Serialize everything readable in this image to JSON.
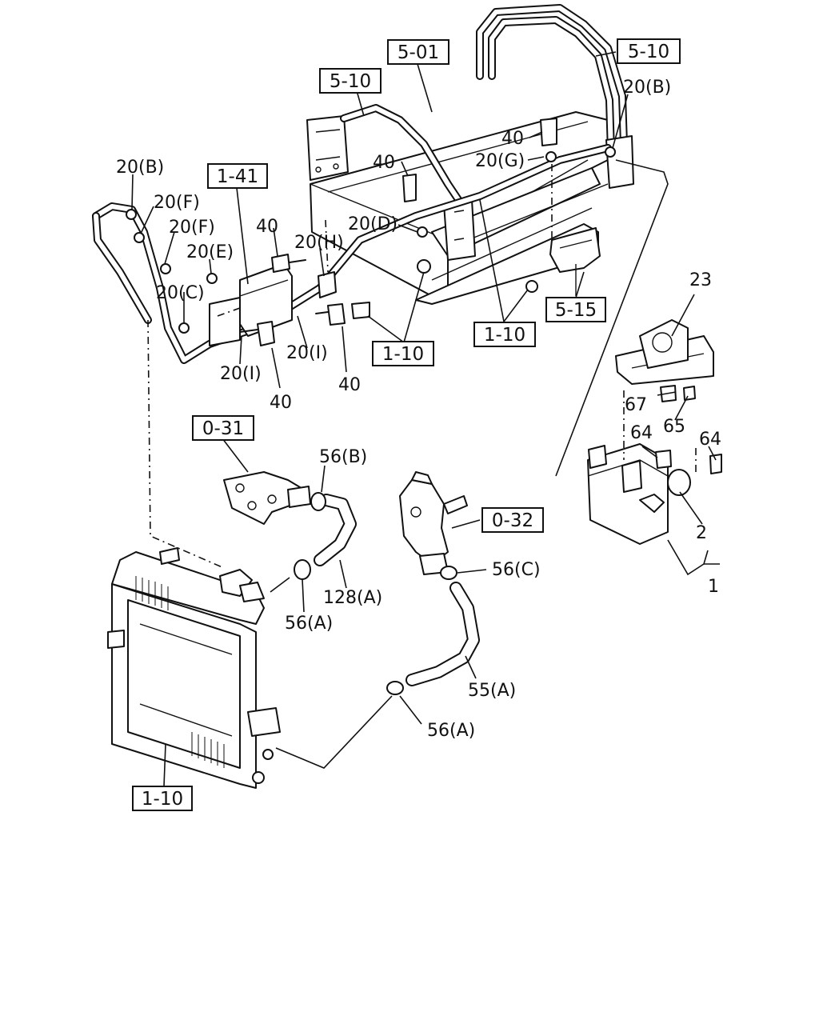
{
  "diagram": {
    "ref_boxes": [
      {
        "text": "5-01"
      },
      {
        "text": "5-10"
      },
      {
        "text": "5-10"
      },
      {
        "text": "1-41"
      },
      {
        "text": "1-10"
      },
      {
        "text": "5-15"
      },
      {
        "text": "1-10"
      },
      {
        "text": "0-31"
      },
      {
        "text": "0-32"
      },
      {
        "text": "1-10"
      }
    ],
    "callouts": [
      {
        "text": "20(B)"
      },
      {
        "text": "40"
      },
      {
        "text": "20(G)"
      },
      {
        "text": "40"
      },
      {
        "text": "20(D)"
      },
      {
        "text": "20(B)"
      },
      {
        "text": "20(F)"
      },
      {
        "text": "20(F)"
      },
      {
        "text": "20(E)"
      },
      {
        "text": "20(C)"
      },
      {
        "text": "40"
      },
      {
        "text": "20(H)"
      },
      {
        "text": "20(I)"
      },
      {
        "text": "20(I)"
      },
      {
        "text": "40"
      },
      {
        "text": "40"
      },
      {
        "text": "23"
      },
      {
        "text": "67"
      },
      {
        "text": "65"
      },
      {
        "text": "64"
      },
      {
        "text": "64"
      },
      {
        "text": "2"
      },
      {
        "text": "1"
      },
      {
        "text": "56(B)"
      },
      {
        "text": "56(C)"
      },
      {
        "text": "128(A)"
      },
      {
        "text": "56(A)"
      },
      {
        "text": "55(A)"
      },
      {
        "text": "56(A)"
      }
    ]
  }
}
